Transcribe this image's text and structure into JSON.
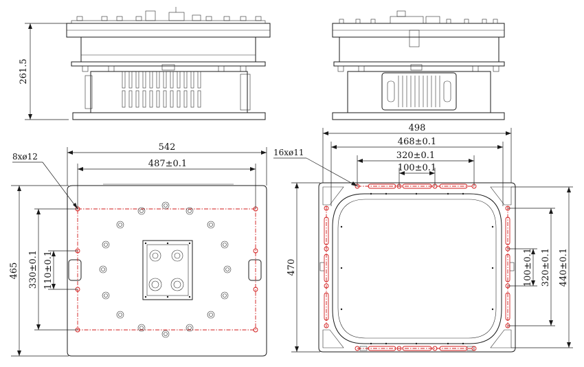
{
  "colors": {
    "line": "#1a1a1a",
    "center_line": "#d11a1a",
    "background": "#ffffff"
  },
  "labels": {
    "height_total": "261.5",
    "width_left": "542",
    "pitch_left_x": "487±0.1",
    "depth_left": "465",
    "pitch_left_y": "330±0.1",
    "handle_left": "110±0.1",
    "holes_left": "8xø12",
    "width_right": "498",
    "pitch_right_x1": "468±0.1",
    "pitch_right_x2": "320±0.1",
    "pitch_right_x3": "100±0.1",
    "depth_right": "470",
    "pitch_right_y1": "100±0.1",
    "pitch_right_y2": "320±0.1",
    "pitch_right_y3": "440±0.1",
    "holes_right": "16xø11"
  }
}
